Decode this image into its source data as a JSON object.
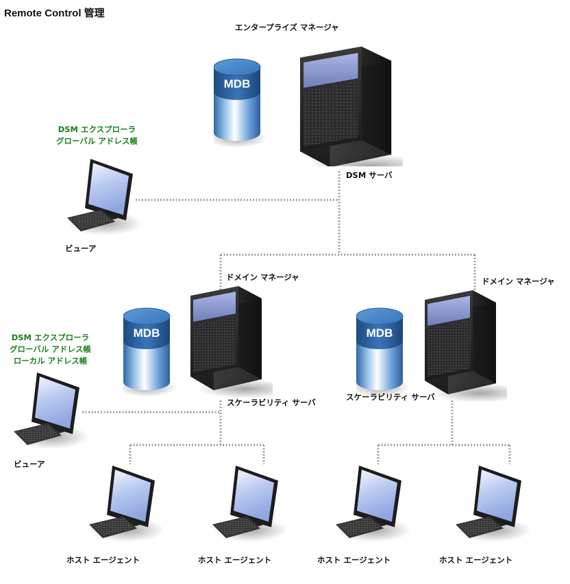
{
  "title": "Remote Control 管理",
  "colors": {
    "green_label": "#1a7f1a",
    "connector": "#999999",
    "mdb_blue": "#3f7fc4",
    "server_body": "#2b2b2b",
    "screen_blue": "#b9c8ef"
  },
  "enterprise": {
    "label": "エンタープライズ マネージャ",
    "db_label": "MDB",
    "server_label": "DSM サーバ"
  },
  "viewer_top": {
    "green_lines": [
      "DSM エクスプローラ",
      "グローバル アドレス帳"
    ],
    "label": "ビューア"
  },
  "domain_left": {
    "label": "ドメイン マネージャ",
    "db_label": "MDB",
    "server_label": "スケーラビリティ サーバ"
  },
  "domain_right": {
    "label": "ドメイン マネージャ",
    "db_label": "MDB",
    "server_label": "スケーラビリティ サーバ"
  },
  "viewer_bottom": {
    "green_lines": [
      "DSM エクスプローラ",
      "グローバル アドレス帳",
      "ローカル アドレス帳"
    ],
    "label": "ビューア"
  },
  "hosts": [
    {
      "label": "ホスト エージェント"
    },
    {
      "label": "ホスト エージェント"
    },
    {
      "label": "ホスト エージェント"
    },
    {
      "label": "ホスト エージェント"
    }
  ]
}
